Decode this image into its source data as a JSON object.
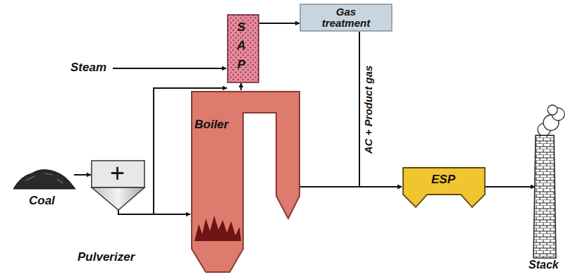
{
  "diagram": {
    "nodes": [
      {
        "text": [
          "Coal"
        ]
      },
      {
        "text": [
          "+",
          "Pulverizer"
        ]
      },
      {
        "text": [
          "Boiler"
        ]
      },
      {
        "text": [
          "S A P"
        ]
      },
      {
        "text": [
          "Gas treatment"
        ]
      },
      {
        "text": [
          "ESP"
        ]
      },
      {
        "text": [
          "Stack"
        ]
      }
    ],
    "edges": [
      {
        "from": 0,
        "to": 1,
        "arrow": "to"
      },
      {
        "from": 1,
        "to": 2,
        "arrow": "to"
      },
      {
        "from": 1,
        "to": 3,
        "arrow": "to"
      },
      {
        "from": 2,
        "to": 3,
        "arrow": "to"
      },
      {
        "from": 3,
        "to": 4,
        "arrow": "to"
      },
      {
        "from": 4,
        "to": 5,
        "label": "AC + Product gas",
        "arrow": "to"
      },
      {
        "from": 2,
        "to": 5,
        "arrow": "to"
      },
      {
        "from": 5,
        "to": 6,
        "arrow": "to"
      }
    ],
    "labels": [
      "Steam"
    ]
  }
}
